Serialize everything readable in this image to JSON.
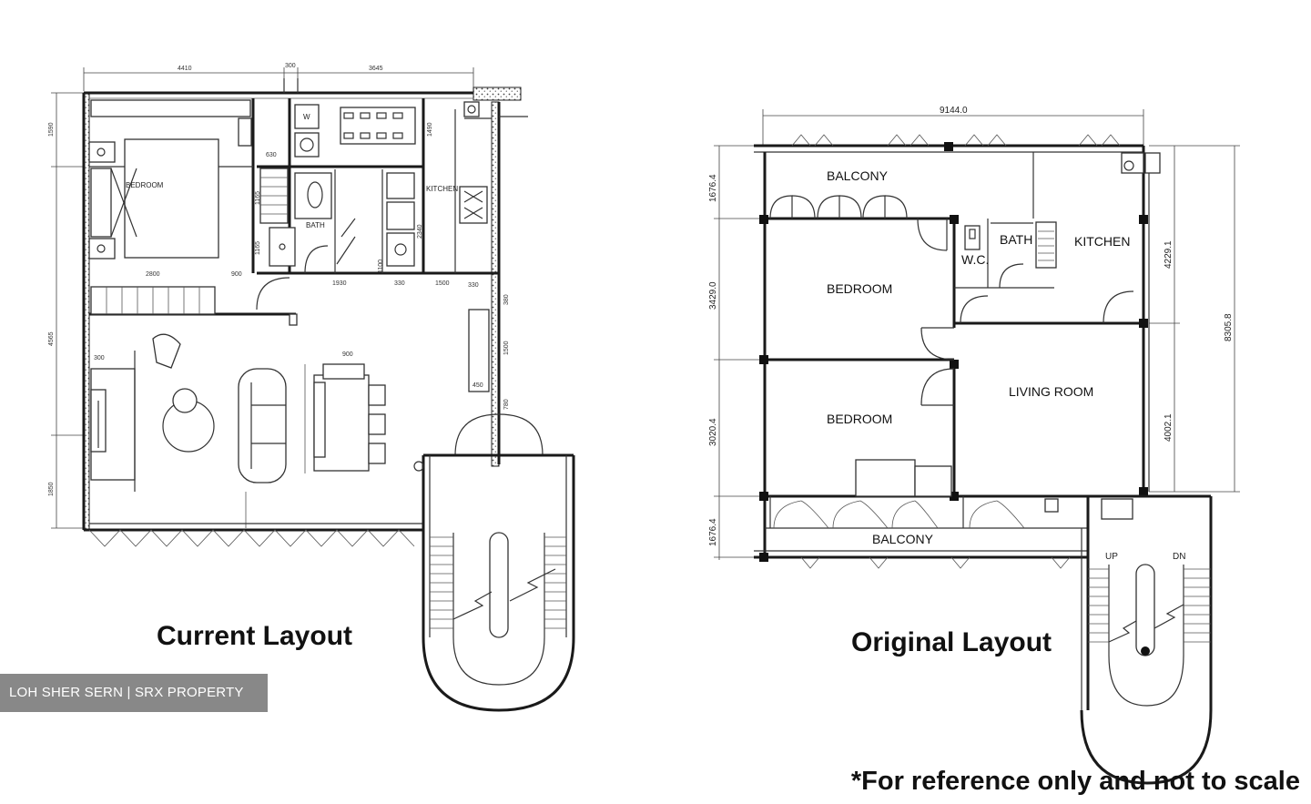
{
  "current": {
    "title": "Current Layout",
    "rooms": {
      "bedroom": "BEDROOM",
      "bath": "BATH",
      "kitchen": "KITCHEN",
      "washer": "W"
    },
    "dims": {
      "top_a": "4410",
      "top_b": "300",
      "top_c": "3645",
      "left_a": "1590",
      "left_b": "4565",
      "left_c": "1850",
      "d2800": "2800",
      "d900": "900",
      "d1930": "1930",
      "d630": "630",
      "d1500": "1500",
      "d330": "330",
      "d1490": "1490",
      "d2340": "2340",
      "d1165": "1165",
      "d1165b": "1165",
      "d1100": "1100",
      "d380": "380",
      "d1500b": "1500",
      "d450": "450",
      "d780": "780",
      "d900b": "900",
      "d300": "300"
    }
  },
  "original": {
    "title": "Original Layout",
    "rooms": {
      "balcony_top": "BALCONY",
      "bedroom_a": "BEDROOM",
      "bedroom_b": "BEDROOM",
      "bath": "BATH",
      "wc": "W.C.",
      "kitchen": "KITCHEN",
      "living": "LIVING ROOM",
      "balcony_bottom": "BALCONY",
      "up": "UP",
      "dn": "DN"
    },
    "dims": {
      "width": "9144.0",
      "left_1": "1676.4",
      "left_2": "3429.0",
      "left_3": "3020.4",
      "left_4": "1676.4",
      "right_1": "4229.1",
      "right_2": "4002.1",
      "right_total": "8305.8"
    }
  },
  "watermark": "LOH SHER SERN | SRX PROPERTY",
  "disclaimer": "*For reference only and not to scale"
}
